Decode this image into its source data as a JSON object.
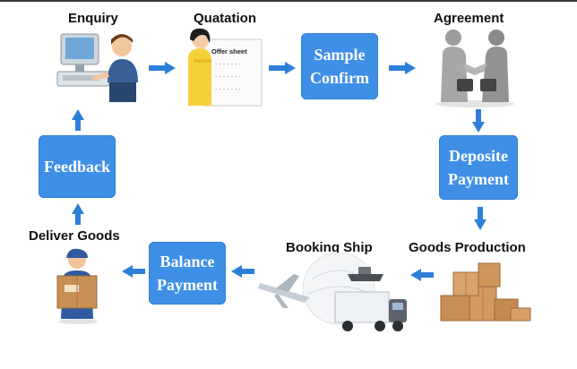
{
  "steps": {
    "enquiry": "Enquiry",
    "quotation": "Quatation",
    "quotation_sheet": "Offer sheet",
    "sample_confirm": [
      "Sample",
      "Confirm"
    ],
    "agreement": "Agreement",
    "deposite_payment": [
      "Deposite",
      "Payment"
    ],
    "goods_production": "Goods Production",
    "booking_ship": "Booking Ship",
    "balance_payment": [
      "Balance",
      "Payment"
    ],
    "deliver_goods": "Deliver Goods",
    "feedback": "Feedback"
  },
  "colors": {
    "box": "#3f8fe6",
    "arrow": "#2e7fd8",
    "text": "#111111"
  },
  "icons": [
    "person-at-computer-icon",
    "woman-with-offer-sheet-icon",
    "handshake-icon",
    "cardboard-boxes-icon",
    "plane-ship-truck-icon",
    "delivery-man-icon",
    "arrow-right-icon",
    "arrow-down-icon",
    "arrow-left-icon",
    "arrow-up-icon"
  ]
}
